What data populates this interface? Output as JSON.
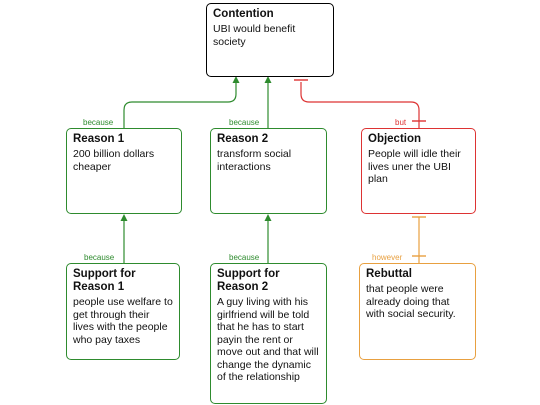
{
  "colors": {
    "support": "#2e8b2e",
    "objection": "#dd3333",
    "rebuttal": "#e8a040",
    "contention": "#000000"
  },
  "nodes": {
    "contention": {
      "title": "Contention",
      "text": "UBI would benefit society"
    },
    "reason1": {
      "title": "Reason 1",
      "text": "200 billion dollars cheaper"
    },
    "reason2": {
      "title": "Reason 2",
      "text": "transform social interactions"
    },
    "objection": {
      "title": "Objection",
      "text": "People will idle their lives uner the UBI plan"
    },
    "support1": {
      "title": "Support for Reason 1",
      "text": "people use welfare to get through their lives with the people who pay taxes"
    },
    "support2": {
      "title": "Support for Reason 2",
      "text": "A guy living with his girlfriend will be told that he has to start payin the rent or move out and that will change the dynamic of the relationship"
    },
    "rebuttal": {
      "title": "Rebuttal",
      "text": "that people were already doing that with social security."
    }
  },
  "labels": {
    "because_r1": "because",
    "because_r2": "because",
    "but_obj": "but",
    "because_s1": "because",
    "because_s2": "because",
    "however_reb": "however"
  }
}
